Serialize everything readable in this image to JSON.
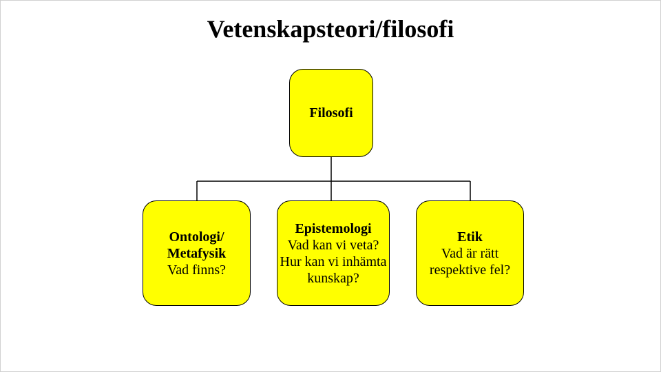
{
  "slide": {
    "title": "Vetenskapsteori/filosofi"
  },
  "tree": {
    "root": {
      "label": "Filosofi"
    },
    "children": [
      {
        "heading_lines": [
          "Ontologi/",
          "Metafysik"
        ],
        "text_lines": [
          "Vad finns?"
        ]
      },
      {
        "heading_lines": [
          "Epistemologi"
        ],
        "text_lines": [
          "Vad kan vi veta?",
          "Hur kan vi inhämta",
          "kunskap?"
        ]
      },
      {
        "heading_lines": [
          "Etik"
        ],
        "text_lines": [
          "Vad är rätt",
          "respektive fel?"
        ]
      }
    ]
  },
  "colors": {
    "box_fill": "#ffff00",
    "box_border": "#000000",
    "connector": "#000000"
  }
}
